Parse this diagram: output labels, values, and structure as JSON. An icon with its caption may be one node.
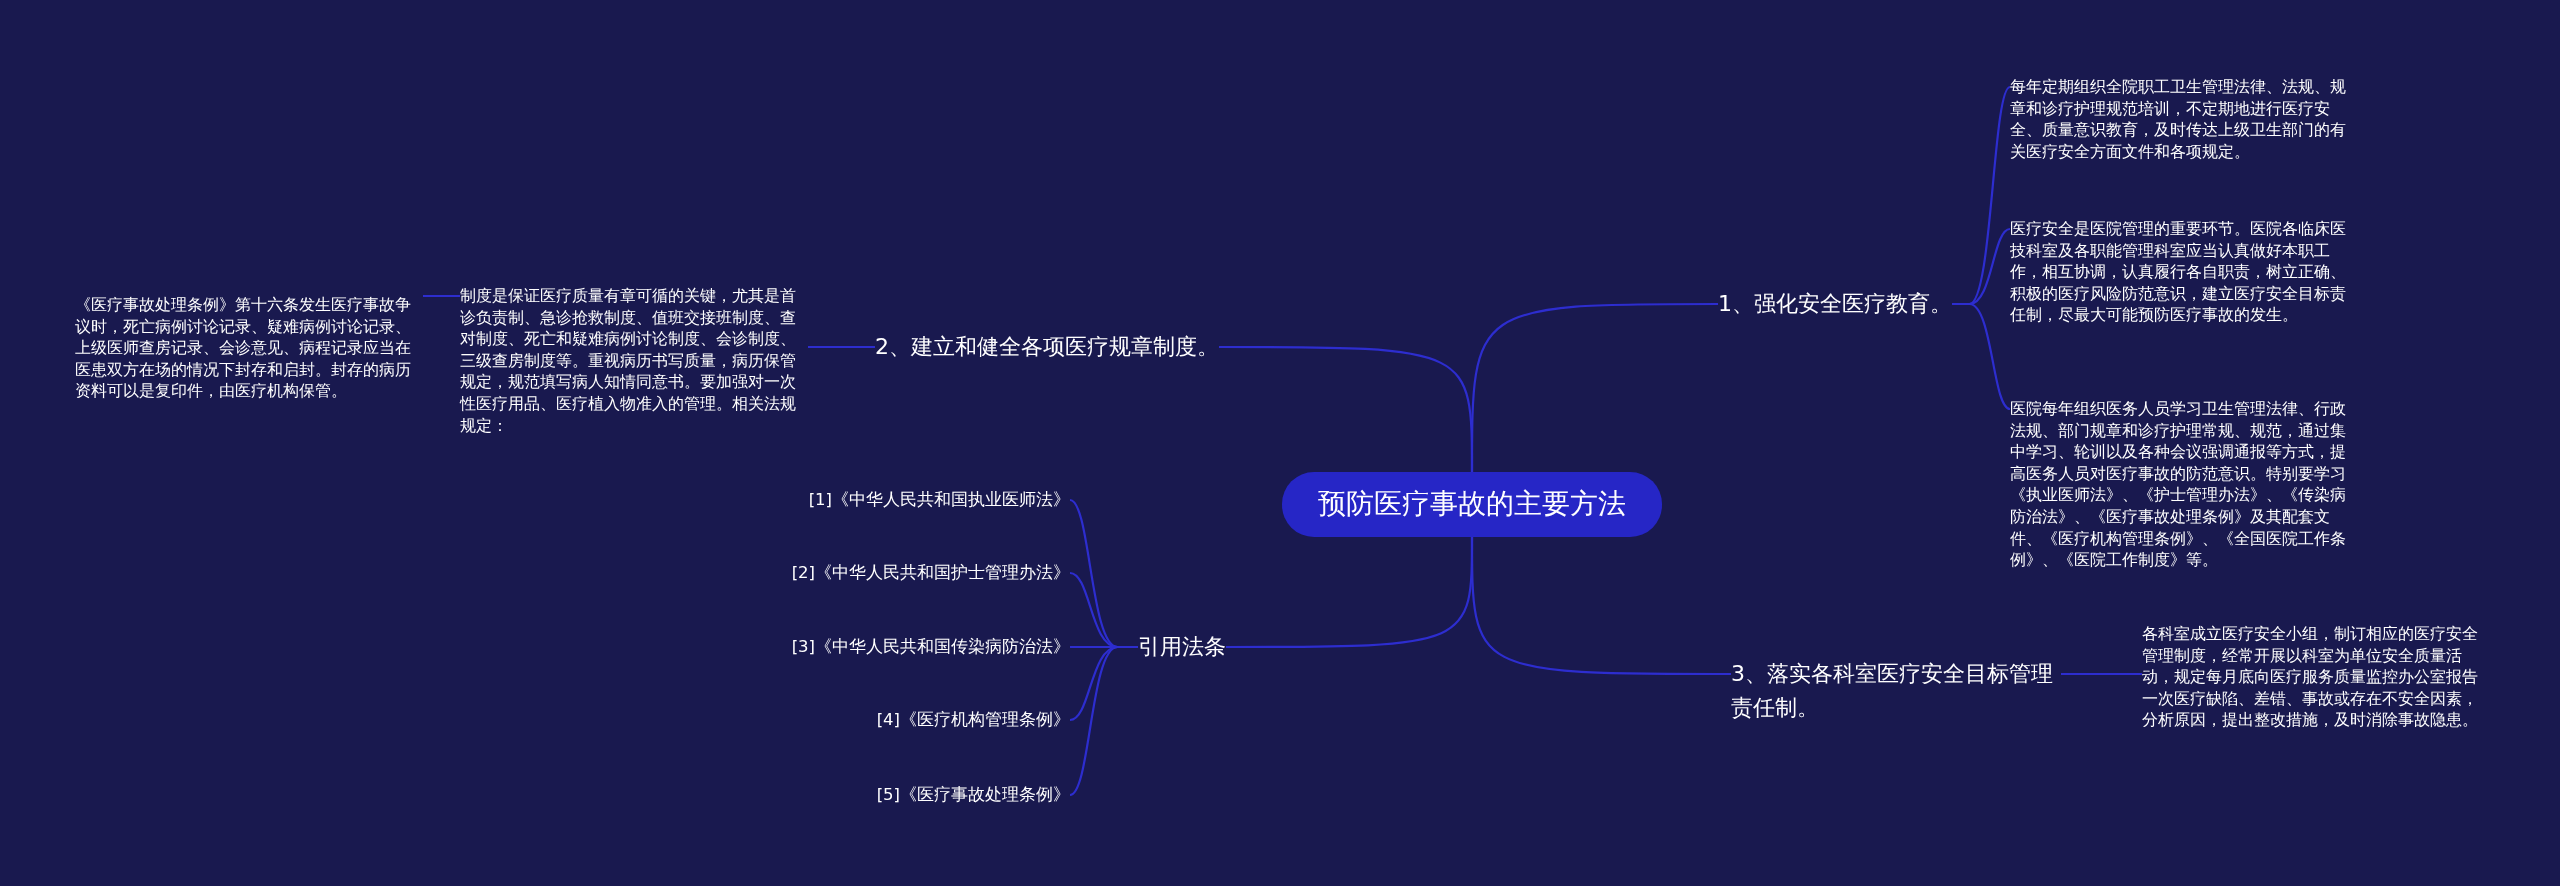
{
  "diagram": {
    "nodes": [
      {
        "text": [
          "预防医疗事故的主要方法"
        ]
      },
      {
        "text": [
          "1、强化安全医疗教育。"
        ]
      },
      {
        "text": [
          "每年定期组织全院职工卫生管理法律、法规、规章和诊疗护理规范培训，不定期地进行医疗安全、质量意识教育，及时传达上级卫生部门的有关医疗安全方面文件和各项规定。"
        ]
      },
      {
        "text": [
          "医疗安全是医院管理的重要环节。医院各临床医技科室及各职能管理科室应当认真做好本职工作，相互协调，认真履行各自职责，树立正确、积极的医疗风险防范意识，建立医疗安全目标责任制，尽最大可能预防医疗事故的发生。"
        ]
      },
      {
        "text": [
          "医院每年组织医务人员学习卫生管理法律、行政法规、部门规章和诊疗护理常规、规范，通过集中学习、轮训以及各种会议强调通报等方式，提高医务人员对医疗事故的防范意识。特别要学习《执业医师法》、《护士管理办法》、《传染病防治法》、《医疗事故处理条例》及其配套文件、《医疗机构管理条例》、《全国医院工作条例》、《医院工作制度》等。"
        ]
      },
      {
        "text": [
          "2、建立和健全各项医疗规章制度。"
        ]
      },
      {
        "text": [
          "制度是保证医疗质量有章可循的关键，尤其是首诊负责制、急诊抢救制度、值班交接班制度、查对制度、死亡和疑难病例讨论制度、会诊制度、三级查房制度等。重视病历书写质量，病历保管规定，规范填写病人知情同意书。要加强对一次性医疗用品、医疗植入物准入的管理。相关法规规定："
        ]
      },
      {
        "text": [
          "《医疗事故处理条例》第十六条发生医疗事故争议时，死亡病例讨论记录、疑难病例讨论记录、上级医师查房记录、会诊意见、病程记录应当在医患双方在场的情况下封存和启封。封存的病历资料可以是复印件，由医疗机构保管。"
        ]
      },
      {
        "text": [
          "3、落实各科室医疗安全目标管理责任制。"
        ]
      },
      {
        "text": [
          "各科室成立医疗安全小组，制订相应的医疗安全管理制度，经常开展以科室为单位安全质量活动，规定每月底向医疗服务质量监控办公室报告一次医疗缺陷、差错、事故或存在不安全因素，分析原因，提出整改措施，及时消除事故隐患。"
        ]
      },
      {
        "text": [
          "引用法条"
        ]
      },
      {
        "text": [
          "[1]《中华人民共和国执业医师法》"
        ]
      },
      {
        "text": [
          "[2]《中华人民共和国护士管理办法》"
        ]
      },
      {
        "text": [
          "[3]《中华人民共和国传染病防治法》"
        ]
      },
      {
        "text": [
          "[4]《医疗机构管理条例》"
        ]
      },
      {
        "text": [
          "[5]《医疗事故处理条例》"
        ]
      }
    ],
    "edges": [
      {
        "from": 0,
        "to": 1,
        "arrow": "none"
      },
      {
        "from": 1,
        "to": 2,
        "arrow": "none"
      },
      {
        "from": 1,
        "to": 3,
        "arrow": "none"
      },
      {
        "from": 1,
        "to": 4,
        "arrow": "none"
      },
      {
        "from": 0,
        "to": 5,
        "arrow": "none"
      },
      {
        "from": 5,
        "to": 6,
        "arrow": "none"
      },
      {
        "from": 6,
        "to": 7,
        "arrow": "none"
      },
      {
        "from": 0,
        "to": 8,
        "arrow": "none"
      },
      {
        "from": 8,
        "to": 9,
        "arrow": "none"
      },
      {
        "from": 0,
        "to": 10,
        "arrow": "none"
      },
      {
        "from": 10,
        "to": 11,
        "arrow": "none"
      },
      {
        "from": 10,
        "to": 12,
        "arrow": "none"
      },
      {
        "from": 10,
        "to": 13,
        "arrow": "none"
      },
      {
        "from": 10,
        "to": 14,
        "arrow": "none"
      },
      {
        "from": 10,
        "to": 15,
        "arrow": "none"
      }
    ]
  }
}
